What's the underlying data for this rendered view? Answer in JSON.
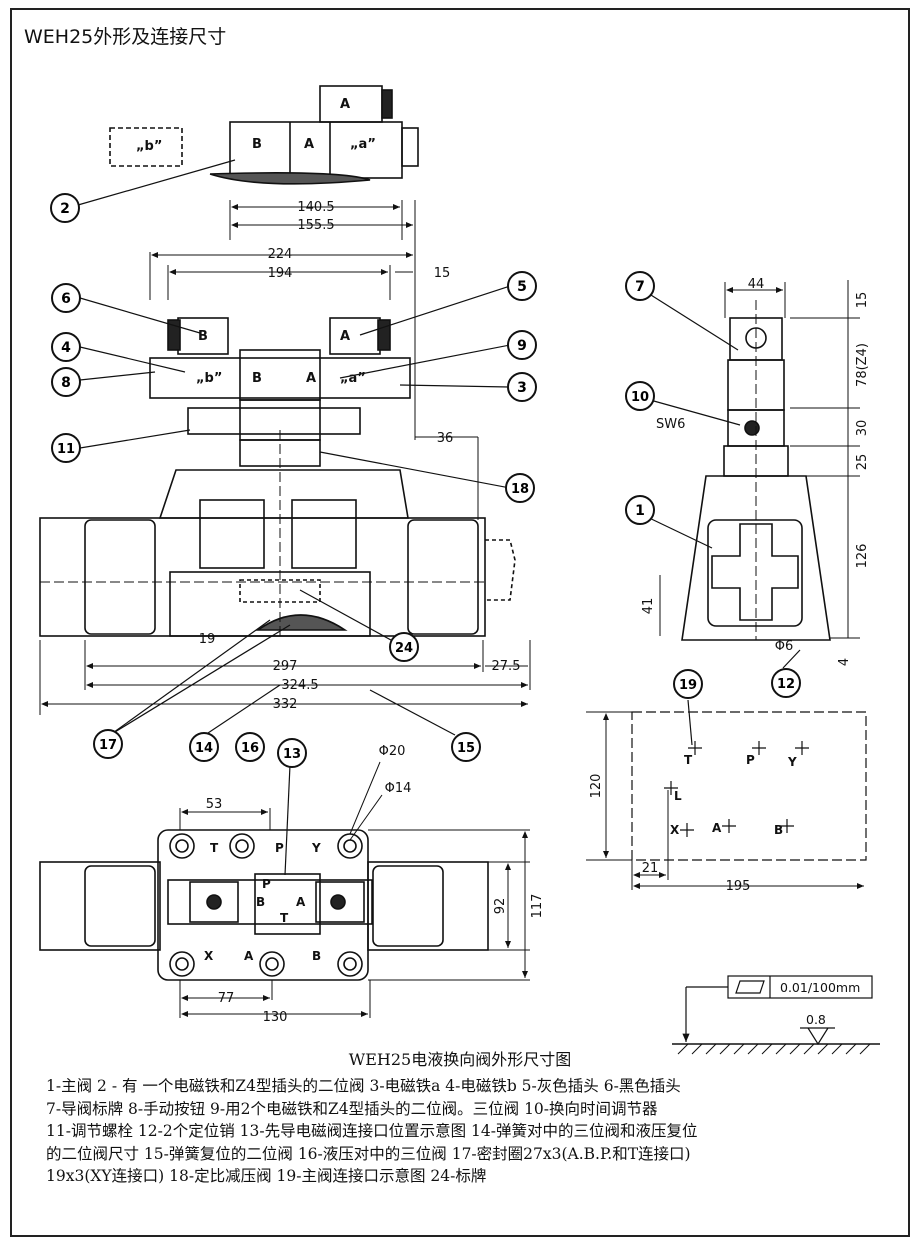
{
  "page": {
    "title": "WEH25外形及连接尺寸",
    "caption": "WEH25电液换向阀外形尺寸图"
  },
  "dimensions": {
    "top_view": [
      "140.5",
      "155.5"
    ],
    "front_view": [
      "224",
      "194",
      "15",
      "36",
      "19",
      "297",
      "27.5",
      "324.5",
      "332"
    ],
    "side_view": [
      "44",
      "15",
      "78(Z4)",
      "30",
      "25",
      "126",
      "41",
      "Φ6",
      "4"
    ],
    "bottom_view": [
      "53",
      "Φ20",
      "Φ14",
      "92",
      "117",
      "77",
      "130"
    ],
    "port_pattern": [
      "120",
      "21",
      "195"
    ]
  },
  "valve_labels": {
    "a": "A",
    "b": "B",
    "a_quote": "„a”",
    "b_quote": "„b”",
    "sw": "SW6"
  },
  "port_labels": [
    "T",
    "P",
    "Y",
    "X",
    "A",
    "B",
    "L"
  ],
  "callouts": [
    "1",
    "2",
    "3",
    "4",
    "5",
    "6",
    "7",
    "8",
    "9",
    "10",
    "11",
    "12",
    "13",
    "14",
    "15",
    "16",
    "17",
    "18",
    "19",
    "24"
  ],
  "tolerance": {
    "flatness": "0.01/100mm",
    "roughness": "0.8"
  },
  "legend": [
    "1-主阀  2 - 有 一个电磁铁和Z4型插头的二位阀  3-电磁铁a  4-电磁铁b  5-灰色插头  6-黑色插头",
    "7-导阀标牌  8-手动按钮  9-用2个电磁铁和Z4型插头的二位阀。三位阀  10-换向时间调节器",
    "11-调节螺栓  12-2个定位销  13-先导电磁阀连接口位置示意图  14-弹簧对中的三位阀和液压复位",
    "的二位阀尺寸  15-弹簧复位的二位阀   16-液压对中的三位阀  17-密封圈27x3(A.B.P.和T连接口)",
    "19x3(XY连接口)  18-定比减压阀  19-主阀连接口示意图  24-标牌"
  ]
}
